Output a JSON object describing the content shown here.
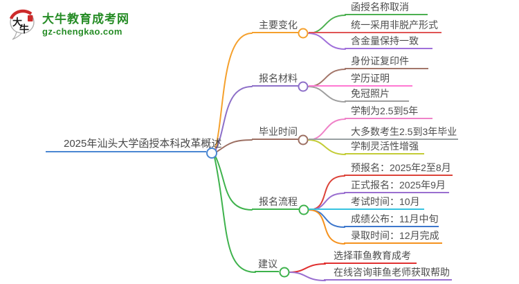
{
  "logo": {
    "site_name": "大牛教育成考网",
    "domain": "gz-chengkao.com",
    "icon_char_top": "大",
    "icon_char_bottom": "牛",
    "brand_green": "#268c26",
    "accent_red": "#cc2a2a"
  },
  "mindmap": {
    "root": {
      "label": "2025年汕头大学函授本科改革概述",
      "color": "#4a86d2"
    },
    "branches": [
      {
        "label": "主要变化",
        "color": "#f5a02c",
        "children": [
          {
            "label": "函授名称取消",
            "color": "#4cb050"
          },
          {
            "label": "统一采用非脱产形式",
            "color": "#e05555"
          },
          {
            "label": "含金量保持一致",
            "color": "#a070da"
          }
        ]
      },
      {
        "label": "报名材料",
        "color": "#8d6fc8",
        "children": [
          {
            "label": "身份证复印件",
            "color": "#a3766a"
          },
          {
            "label": "学历证明",
            "color": "#ff78d2"
          },
          {
            "label": "免冠照片",
            "color": "#9e9e9e"
          }
        ]
      },
      {
        "label": "毕业时间",
        "color": "#9c6f62",
        "children": [
          {
            "label": "学制为2.5到5年",
            "color": "#ef82c8"
          },
          {
            "label": "大多数考生2.5到3年毕业",
            "color": "#98a0a2"
          },
          {
            "label": "学制灵活性增强",
            "color": "#c3cc35"
          }
        ]
      },
      {
        "label": "报名流程",
        "color": "#3eb24c",
        "children": [
          {
            "label": "预报名：2025年2至8月",
            "color": "#dc4339"
          },
          {
            "label": "正式报名：2025年9月",
            "color": "#9a6fd0"
          },
          {
            "label": "考试时间：10月",
            "color": "#35c3e0"
          },
          {
            "label": "成绩公布：11月中旬",
            "color": "#3d77cc"
          },
          {
            "label": "录取时间：12月完成",
            "color": "#f5921e"
          }
        ]
      },
      {
        "label": "建议",
        "color": "#3eb24c",
        "children": [
          {
            "label": "选择菲鱼教育成考",
            "color": "#e03030"
          },
          {
            "label": "在线咨询菲鱼老师获取帮助",
            "color": "#9a6fd0"
          }
        ]
      }
    ]
  }
}
